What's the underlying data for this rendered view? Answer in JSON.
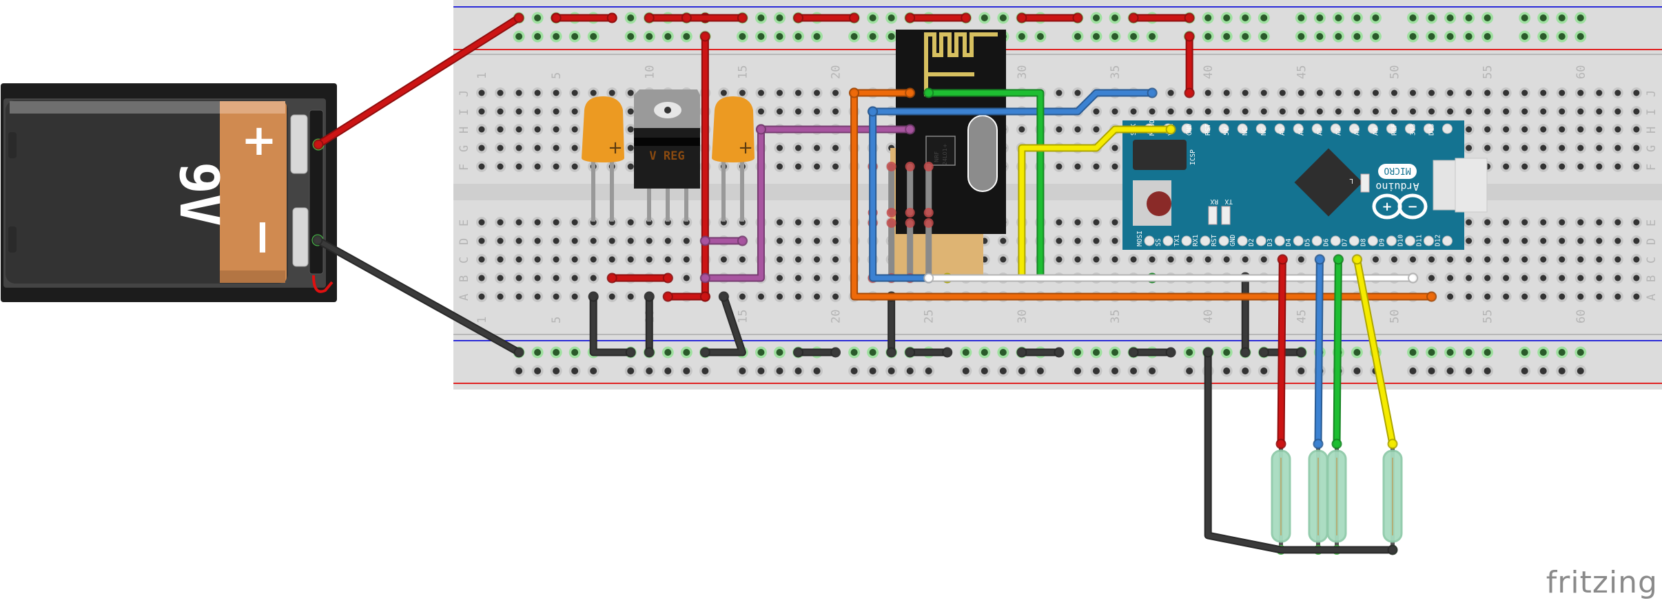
{
  "title": "Fritzing breadboard view - 9V battery, voltage regulator, nRF24L01+ radio, Arduino Micro, reed switches",
  "watermark": "fritzing",
  "breadboard": {
    "columns": 63,
    "row_labels_top": [
      "J",
      "I",
      "H",
      "G",
      "F"
    ],
    "row_labels_bottom": [
      "E",
      "D",
      "C",
      "B",
      "A"
    ],
    "column_number_labels": [
      "1",
      "5",
      "10",
      "15",
      "20",
      "25",
      "30",
      "35",
      "40",
      "45",
      "50",
      "55",
      "60"
    ]
  },
  "battery": {
    "label": "9V",
    "plus_symbol": "+",
    "minus_symbol": "−"
  },
  "capacitors": [
    {
      "name": "capacitor-1",
      "polarity": "+"
    },
    {
      "name": "capacitor-2",
      "polarity": "+"
    }
  ],
  "regulator": {
    "label": "V REG"
  },
  "radio": {
    "chip_label_1": "NRF",
    "chip_label_2": "24L01+"
  },
  "arduino": {
    "brand": "Arduino",
    "model": "MICRO",
    "icsp_label": "ICSP",
    "rx_label": "RX",
    "tx_label": "TX",
    "led_label": "L",
    "top_pins": [
      "SCK",
      "MISO",
      "VIN",
      "GND",
      "RST",
      "5V",
      "NC",
      "NC",
      "A5",
      "A4",
      "A3",
      "A2",
      "A1",
      "A0",
      "REF",
      "3V3",
      "D13"
    ],
    "bottom_pins": [
      "MOSI",
      "SS",
      "TX1",
      "RX1",
      "RST",
      "GND",
      "D2",
      "D3",
      "D4",
      "D5",
      "D6",
      "D7",
      "D8",
      "D9",
      "D10",
      "D11",
      "D12"
    ]
  },
  "reed_switches": [
    {
      "name": "reed-switch-1",
      "wire_color": "#cc1414"
    },
    {
      "name": "reed-switch-2",
      "wire_color": "#3c82d2"
    },
    {
      "name": "reed-switch-3",
      "wire_color": "#1ebe32"
    },
    {
      "name": "reed-switch-4",
      "wire_color": "#f5eb00"
    }
  ],
  "colors": {
    "wire_red": "#cc1414",
    "wire_black": "#3a3a3a",
    "wire_blue": "#3c82d2",
    "wire_green": "#1ebe32",
    "wire_yellow": "#f5eb00",
    "wire_orange": "#ee6a0a",
    "wire_purple": "#a855a0",
    "wire_white": "#ffffff",
    "arduino_board": "#147391",
    "breadboard": "#dcdcdc"
  }
}
